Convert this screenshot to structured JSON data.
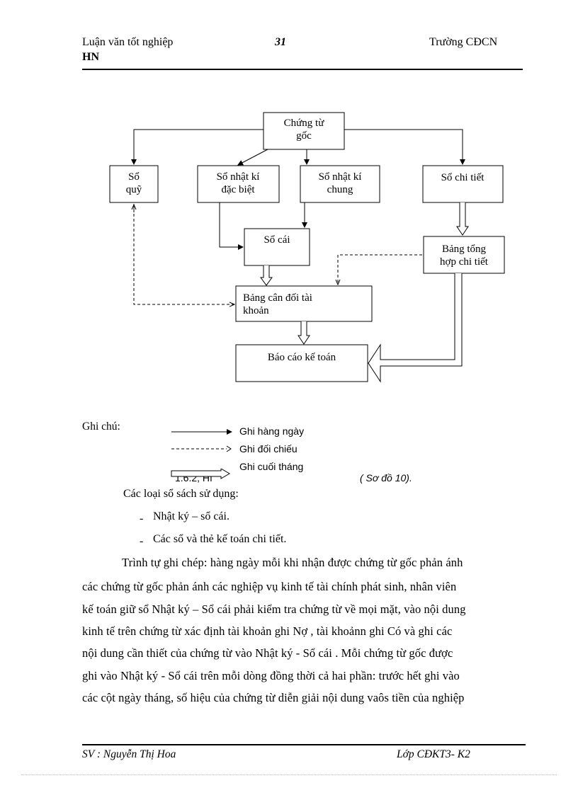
{
  "header": {
    "left_line1": "Luận văn tốt nghiệp",
    "left_line2": "HN",
    "page_number": "31",
    "right": "Trường CĐCN"
  },
  "diagram": {
    "nodes": {
      "goc": [
        "Chứng từ",
        "gốc"
      ],
      "quy": [
        "Sổ",
        "quỹ"
      ],
      "nkdb": [
        "Sổ nhật kí",
        "đặc biệt"
      ],
      "nkc": [
        "Sổ nhật kí",
        "chung"
      ],
      "chitiet": [
        "Sổ chi tiết"
      ],
      "socai": [
        "Sổ cái"
      ],
      "bangth": [
        "Bảng tổng",
        "hợp chi tiết"
      ],
      "bcd": [
        "Bảng cân đối tài",
        "khoản"
      ],
      "baocao": [
        "Báo cáo kế toán"
      ]
    }
  },
  "legend": {
    "title": "Ghi chú:",
    "daily": "Ghi hàng ngày",
    "compare": "Ghi đối chiếu",
    "monthend": "Ghi cuối tháng"
  },
  "content": {
    "section_fragment_left": "1.6.2, Hì",
    "section_fragment_right": "( Sơ đồ 10).",
    "books_heading": "Các loại sổ sách sử dụng:",
    "bullets": [
      "Nhật ký – sổ cái.",
      "Các sổ và thẻ kế toán chi tiết."
    ],
    "paragraph_lines": [
      "Trình tự ghi chép: hàng ngày mỗi khi nhận được chứng từ gốc phản ánh",
      "các chứng từ gốc phản ánh các nghiệp vụ kinh tế tài chính phát sinh, nhân viên",
      "kế toán giữ sổ Nhật ký – Sổ cái phải kiểm tra chứng từ về mọi mặt, vào nội dung",
      "kinh tế trên chứng từ xác định tài khoản ghi Nợ , tài khoảnn ghi Có và ghi các",
      "nội dung cần thiết của chứng từ vào Nhật ký - Sổ cái . Mỗi chứng từ gốc được",
      "ghi vào Nhật ký - Sổ cái trên mỗi dòng đồng thời cả hai phần: trước hết ghi vào",
      "các cột ngày tháng, số hiệu của chứng từ diễn giải nội dung vaôs tiền của nghiệp"
    ]
  },
  "footer": {
    "left": "SV : Nguyễn Thị Hoa",
    "right": "Lớp CĐKT3- K2"
  }
}
